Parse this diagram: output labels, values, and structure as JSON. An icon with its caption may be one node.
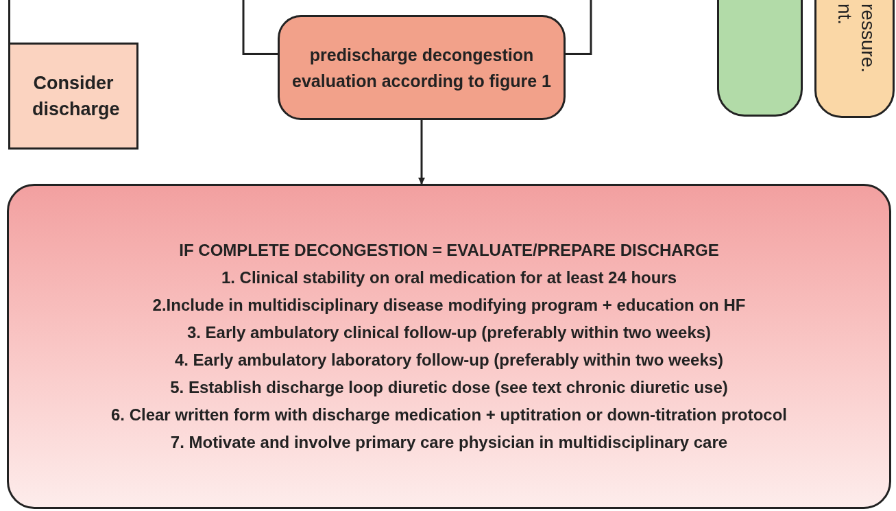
{
  "diagram": {
    "nodes": [
      {
        "text": [
          "Consider discharge"
        ]
      },
      {
        "text": [
          "predischarge decongestion evaluation according to figure 1"
        ]
      },
      {
        "text": [
          "IF COMPLETE DECONGESTION = EVALUATE/PREPARE DISCHARGE",
          "1. Clinical stability on oral medication for at least 24 hours",
          "2.Include in multidisciplinary disease modifying program + education on HF",
          "3. Early ambulatory clinical follow-up (preferably within two weeks)",
          "4. Early ambulatory laboratory follow-up (preferably within two weeks)",
          "5. Establish discharge loop diuretic dose (see text chronic diuretic use)",
          "6. Clear written form with discharge medication + uptitration or down-titration protocol",
          "7. Motivate and involve primary care physician in multidisciplinary care"
        ]
      },
      {
        "text": [],
        "shape": "box"
      },
      {
        "text": [
          "ressure. nt."
        ]
      }
    ],
    "edges": [
      {
        "from": null,
        "to": 0,
        "arrow": "none"
      },
      {
        "from": null,
        "to": 1,
        "arrow": "none"
      },
      {
        "from": null,
        "to": 1,
        "arrow": "none"
      },
      {
        "from": 1,
        "to": 2,
        "arrow": "to"
      }
    ]
  }
}
